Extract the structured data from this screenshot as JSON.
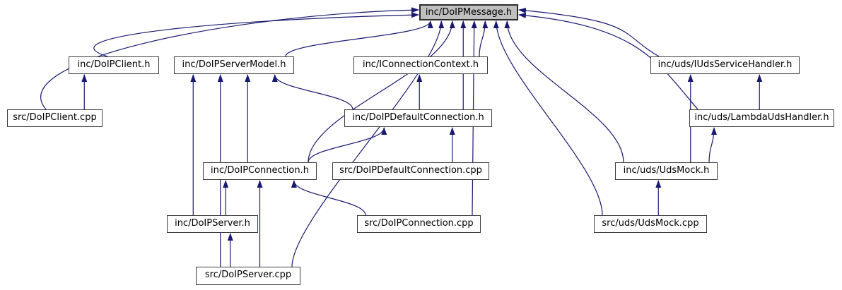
{
  "graph": {
    "colors": {
      "background": "#ffffff",
      "edge": "#191970",
      "node_border": "#3d3d3d",
      "node_fill": "#ffffff",
      "highlight_fill": "#bfbfbf",
      "text": "#000000"
    },
    "nodes": [
      {
        "id": "msg",
        "label": "inc/DoIPMessage.h",
        "highlighted": true
      },
      {
        "id": "client_h",
        "label": "inc/DoIPClient.h",
        "highlighted": false
      },
      {
        "id": "servermodel_h",
        "label": "inc/DoIPServerModel.h",
        "highlighted": false
      },
      {
        "id": "iconncontext_h",
        "label": "inc/IConnectionContext.h",
        "highlighted": false
      },
      {
        "id": "iudshandler_h",
        "label": "inc/uds/IUdsServiceHandler.h",
        "highlighted": false
      },
      {
        "id": "client_cpp",
        "label": "src/DoIPClient.cpp",
        "highlighted": false
      },
      {
        "id": "defaultconn_h",
        "label": "inc/DoIPDefaultConnection.h",
        "highlighted": false
      },
      {
        "id": "lambdauds_h",
        "label": "inc/uds/LambdaUdsHandler.h",
        "highlighted": false
      },
      {
        "id": "conn_h",
        "label": "inc/DoIPConnection.h",
        "highlighted": false
      },
      {
        "id": "defaultconn_cpp",
        "label": "src/DoIPDefaultConnection.cpp",
        "highlighted": false
      },
      {
        "id": "udsmock_h",
        "label": "inc/uds/UdsMock.h",
        "highlighted": false
      },
      {
        "id": "server_h",
        "label": "inc/DoIPServer.h",
        "highlighted": false
      },
      {
        "id": "conn_cpp",
        "label": "src/DoIPConnection.cpp",
        "highlighted": false
      },
      {
        "id": "udsmock_cpp",
        "label": "src/uds/UdsMock.cpp",
        "highlighted": false
      },
      {
        "id": "server_cpp",
        "label": "src/DoIPServer.cpp",
        "highlighted": false
      }
    ],
    "edges": [
      {
        "from": "client_h",
        "to": "msg"
      },
      {
        "from": "client_cpp",
        "to": "msg"
      },
      {
        "from": "servermodel_h",
        "to": "msg"
      },
      {
        "from": "iconncontext_h",
        "to": "msg"
      },
      {
        "from": "defaultconn_h",
        "to": "msg"
      },
      {
        "from": "conn_h",
        "to": "msg"
      },
      {
        "from": "conn_cpp",
        "to": "msg"
      },
      {
        "from": "server_cpp",
        "to": "msg"
      },
      {
        "from": "iudshandler_h",
        "to": "msg"
      },
      {
        "from": "lambdauds_h",
        "to": "msg"
      },
      {
        "from": "udsmock_h",
        "to": "msg"
      },
      {
        "from": "udsmock_cpp",
        "to": "msg"
      },
      {
        "from": "client_cpp",
        "to": "client_h"
      },
      {
        "from": "defaultconn_h",
        "to": "iconncontext_h"
      },
      {
        "from": "defaultconn_h",
        "to": "servermodel_h"
      },
      {
        "from": "defaultconn_cpp",
        "to": "defaultconn_h"
      },
      {
        "from": "conn_h",
        "to": "defaultconn_h"
      },
      {
        "from": "conn_h",
        "to": "servermodel_h"
      },
      {
        "from": "server_h",
        "to": "servermodel_h"
      },
      {
        "from": "server_cpp",
        "to": "servermodel_h"
      },
      {
        "from": "server_h",
        "to": "conn_h"
      },
      {
        "from": "server_cpp",
        "to": "conn_h"
      },
      {
        "from": "conn_cpp",
        "to": "conn_h"
      },
      {
        "from": "server_cpp",
        "to": "server_h"
      },
      {
        "from": "lambdauds_h",
        "to": "iudshandler_h"
      },
      {
        "from": "udsmock_h",
        "to": "iudshandler_h"
      },
      {
        "from": "udsmock_h",
        "to": "lambdauds_h"
      },
      {
        "from": "udsmock_cpp",
        "to": "udsmock_h"
      }
    ]
  }
}
